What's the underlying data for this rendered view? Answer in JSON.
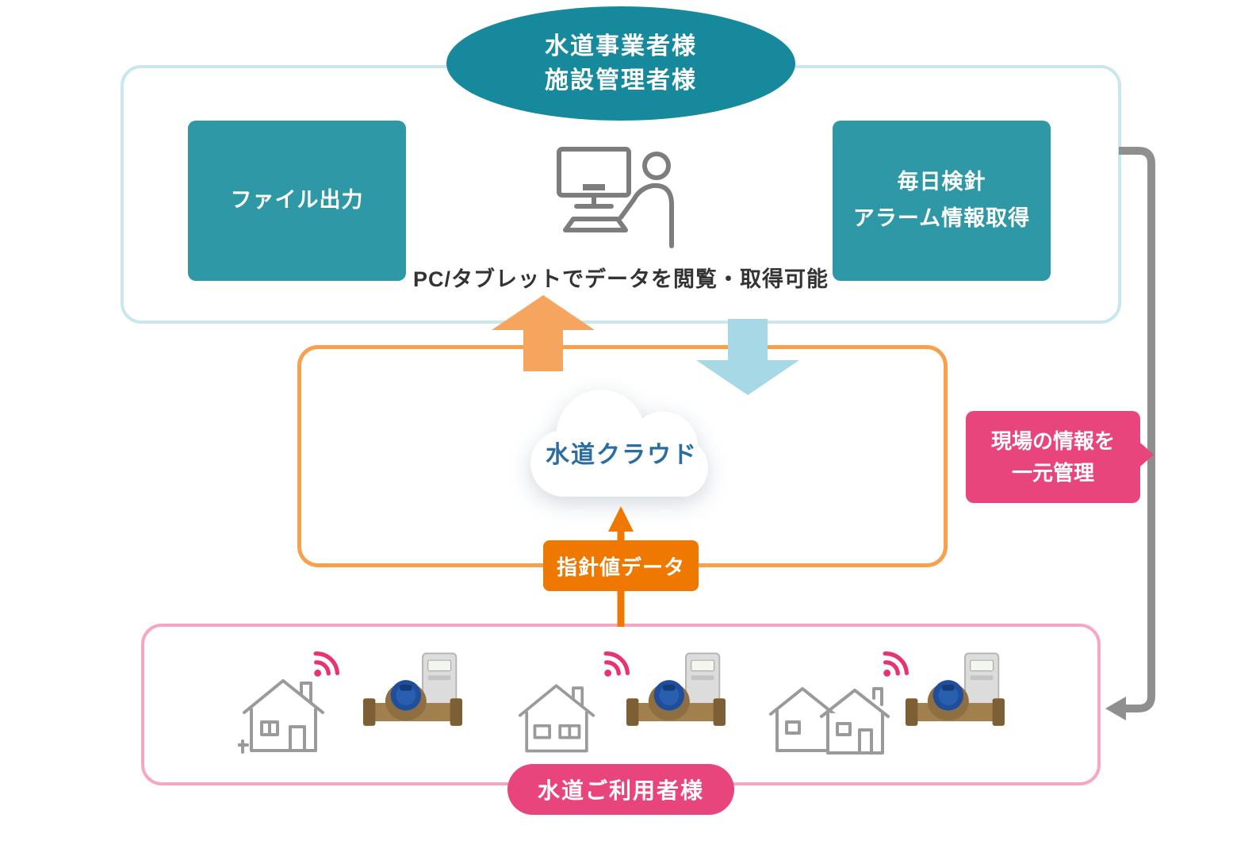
{
  "diagram": {
    "operator_bubble": {
      "line1": "水道事業者様",
      "line2": "施設管理者様"
    },
    "top_panel": {
      "file_output_label": "ファイル出力",
      "daily_reading_line1": "毎日検針",
      "daily_reading_line2": "アラーム情報取得",
      "pc_caption": "PC/タブレットでデータを閲覧・取得可能"
    },
    "cloud_panel": {
      "cloud_label": "水道クラウド"
    },
    "side_note": {
      "line1": "現場の情報を",
      "line2": "一元管理"
    },
    "meter_data_label": "指針値データ",
    "users_label": "水道ご利用者様",
    "colors": {
      "teal_dark": "#17899c",
      "teal_box": "#2e98a6",
      "teal_panel_border": "#c9e7ec",
      "orange_panel_border": "#f7a14e",
      "orange_arrow": "#f6a55e",
      "orange_deep": "#ee7800",
      "blue_arrow": "#a7d8e6",
      "pink": "#e8457d",
      "pink_panel_border": "#f5a8bd",
      "gray_arrow": "#8f8f8f",
      "cloud_text": "#2b6da0"
    }
  }
}
